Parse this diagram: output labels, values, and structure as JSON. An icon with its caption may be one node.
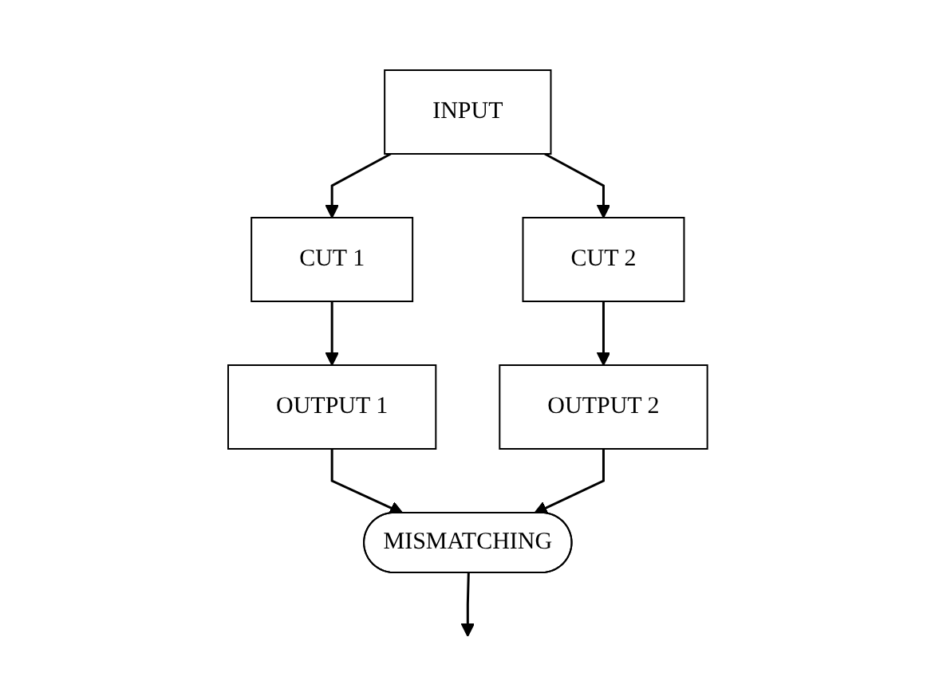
{
  "diagram": {
    "nodes": [
      {
        "text": [
          "INPUT"
        ]
      },
      {
        "text": [
          "CUT 1"
        ]
      },
      {
        "text": [
          "CUT 2"
        ]
      },
      {
        "text": [
          "OUTPUT 1"
        ]
      },
      {
        "text": [
          "OUTPUT 2"
        ]
      },
      {
        "text": [
          "MISMATCHING"
        ]
      }
    ],
    "edges": [
      {
        "from": 0,
        "to": 1,
        "arrow": "to"
      },
      {
        "from": 0,
        "to": 2,
        "arrow": "to"
      },
      {
        "from": 1,
        "to": 3,
        "arrow": "to"
      },
      {
        "from": 2,
        "to": 4,
        "arrow": "to"
      },
      {
        "from": 3,
        "to": 5,
        "arrow": "to"
      },
      {
        "from": 4,
        "to": 5,
        "arrow": "to"
      },
      {
        "from": 5,
        "to": null,
        "arrow": "to"
      }
    ]
  }
}
